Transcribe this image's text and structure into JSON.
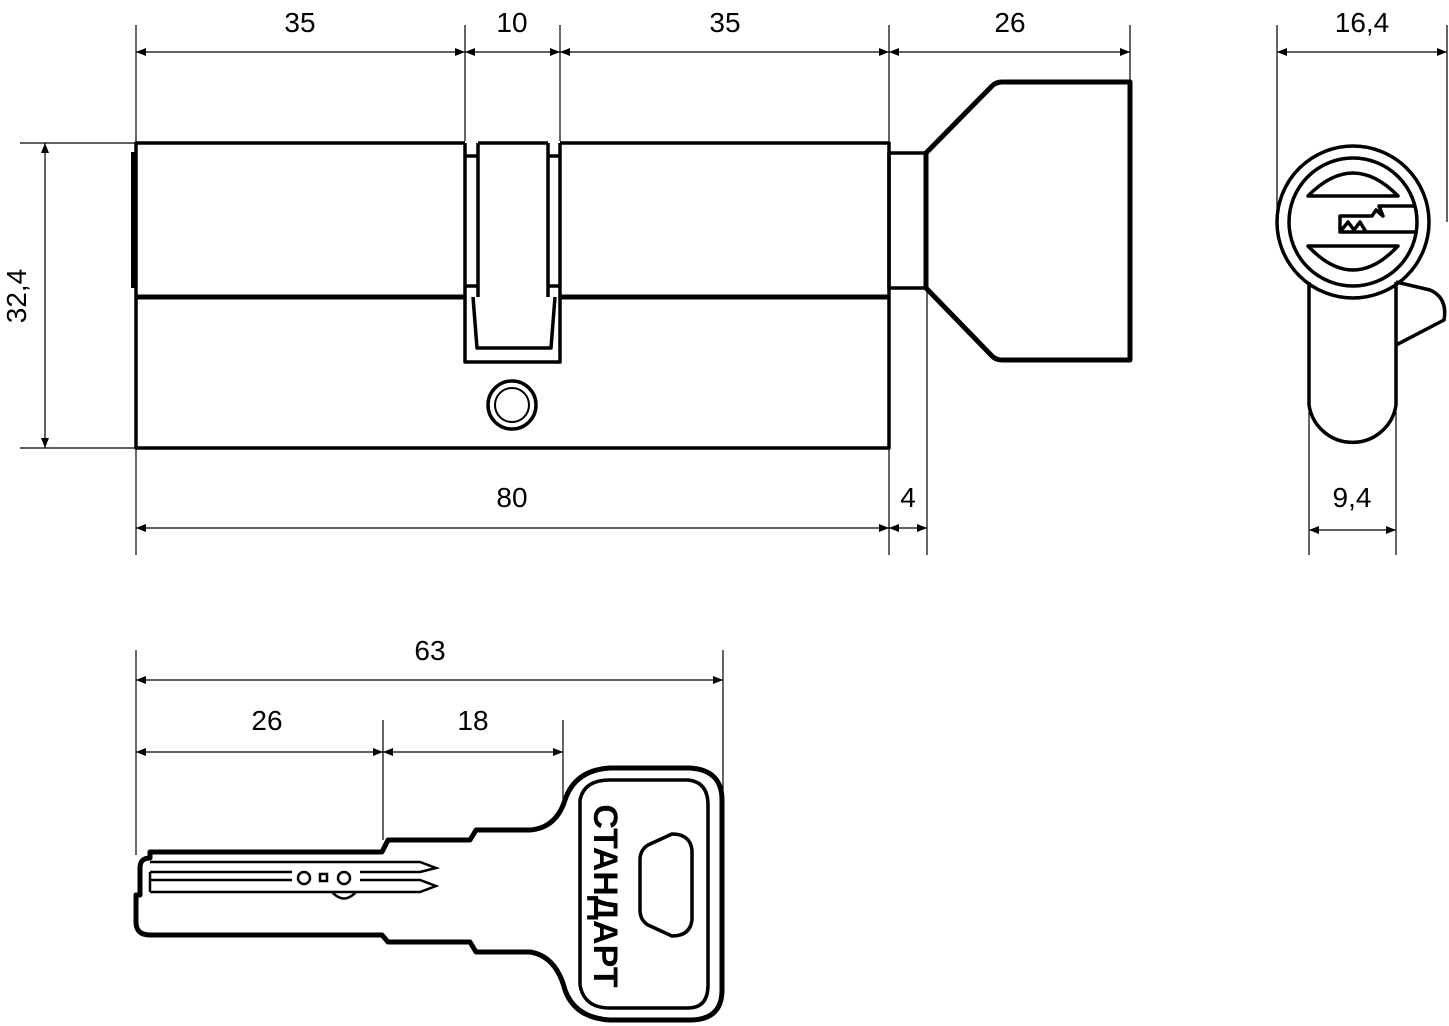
{
  "title": "Lock cylinder with thumb turn – dimensional drawing",
  "dimensions": {
    "front_left": "35",
    "cam": "10",
    "front_right": "35",
    "thumb_turn": "26",
    "height": "32,4",
    "total_length": "80",
    "neck": "4",
    "side_width": "16,4",
    "side_body_width": "9,4",
    "key_length": "63",
    "key_blade": "26",
    "key_shoulder": "18"
  },
  "key_label": "СТАНДАРТ",
  "colors": {
    "line": "#000000",
    "background": "#ffffff"
  }
}
